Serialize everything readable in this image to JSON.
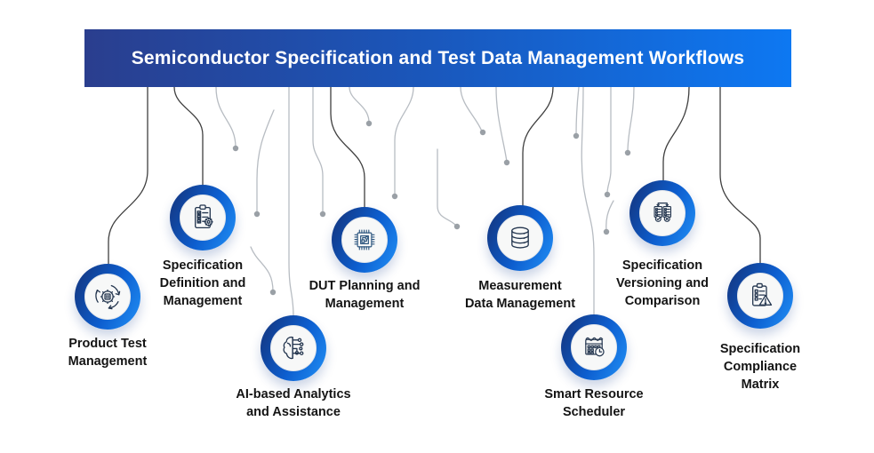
{
  "header": {
    "title": "Semiconductor Specification and Test Data Management Workflows",
    "gradient_start": "#2a3e8e",
    "gradient_end": "#0d78f2",
    "text_color": "#ffffff"
  },
  "colors": {
    "ring_gradient_dark": "#123e90",
    "ring_gradient_light": "#1f8bf2",
    "node_disc": "#f7f8f8",
    "connector_dark": "#3f3f3f",
    "connector_light": "#b7bcc2",
    "connector_dot": "#9aa0a6",
    "icon_stroke": "#24364f",
    "label_text": "#141414"
  },
  "nodes": [
    {
      "id": "product-test-management",
      "label": "Product Test\nManagement",
      "icon": "process-cycle-gear-icon"
    },
    {
      "id": "specification-definition-and-management",
      "label": "Specification\nDefinition and\nManagement",
      "icon": "checklist-gear-icon"
    },
    {
      "id": "ai-based-analytics-and-assistance",
      "label": "AI-based Analytics\nand Assistance",
      "icon": "ai-brain-circuit-icon"
    },
    {
      "id": "dut-planning-and-management",
      "label": "DUT Planning and\nManagement",
      "icon": "microchip-icon"
    },
    {
      "id": "measurement-data-management",
      "label": "Measurement\nData Management",
      "icon": "database-icon"
    },
    {
      "id": "smart-resource-scheduler",
      "label": "Smart Resource\nScheduler",
      "icon": "calendar-clock-icon"
    },
    {
      "id": "specification-versioning-and-comparison",
      "label": "Specification\nVersioning and\nComparison",
      "icon": "document-compare-icon"
    },
    {
      "id": "specification-compliance-matrix",
      "label": "Specification\nCompliance\nMatrix",
      "icon": "clipboard-warning-icon"
    }
  ]
}
